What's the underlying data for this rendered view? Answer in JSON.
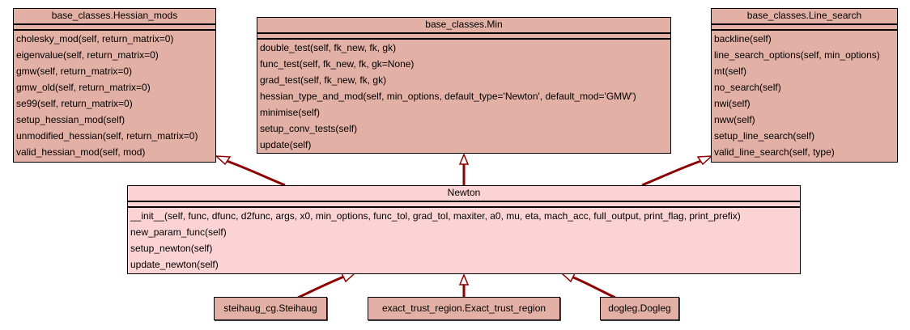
{
  "diagram": {
    "type": "class-inheritance",
    "edge_color": "#8b0000",
    "class_fill": "#e2b0a4",
    "focus_fill": "#fcd3d5"
  },
  "classes": {
    "hessian_mods": {
      "name": "base_classes.Hessian_mods",
      "methods": [
        "cholesky_mod(self, return_matrix=0)",
        "eigenvalue(self, return_matrix=0)",
        "gmw(self, return_matrix=0)",
        "gmw_old(self, return_matrix=0)",
        "se99(self, return_matrix=0)",
        "setup_hessian_mod(self)",
        "unmodified_hessian(self, return_matrix=0)",
        "valid_hessian_mod(self, mod)"
      ]
    },
    "min": {
      "name": "base_classes.Min",
      "methods": [
        "double_test(self, fk_new, fk, gk)",
        "func_test(self, fk_new, fk, gk=None)",
        "grad_test(self, fk_new, fk, gk)",
        "hessian_type_and_mod(self, min_options, default_type='Newton', default_mod='GMW')",
        "minimise(self)",
        "setup_conv_tests(self)",
        "update(self)"
      ]
    },
    "line_search": {
      "name": "base_classes.Line_search",
      "methods": [
        "backline(self)",
        "line_search_options(self, min_options)",
        "mt(self)",
        "no_search(self)",
        "nwi(self)",
        "nww(self)",
        "setup_line_search(self)",
        "valid_line_search(self, type)"
      ]
    },
    "newton": {
      "name": "Newton",
      "methods": [
        "__init__(self, func, dfunc, d2func, args, x0, min_options, func_tol, grad_tol, maxiter, a0, mu, eta, mach_acc, full_output, print_flag, print_prefix)",
        "new_param_func(self)",
        "setup_newton(self)",
        "update_newton(self)"
      ]
    },
    "steihaug": {
      "name": "steihaug_cg.Steihaug"
    },
    "exact_trust_region": {
      "name": "exact_trust_region.Exact_trust_region"
    },
    "dogleg": {
      "name": "dogleg.Dogleg"
    }
  },
  "edges": [
    {
      "from": "Newton",
      "to": "base_classes.Hessian_mods",
      "kind": "inherits"
    },
    {
      "from": "Newton",
      "to": "base_classes.Min",
      "kind": "inherits"
    },
    {
      "from": "Newton",
      "to": "base_classes.Line_search",
      "kind": "inherits"
    },
    {
      "from": "steihaug_cg.Steihaug",
      "to": "Newton",
      "kind": "inherits"
    },
    {
      "from": "exact_trust_region.Exact_trust_region",
      "to": "Newton",
      "kind": "inherits"
    },
    {
      "from": "dogleg.Dogleg",
      "to": "Newton",
      "kind": "inherits"
    }
  ]
}
